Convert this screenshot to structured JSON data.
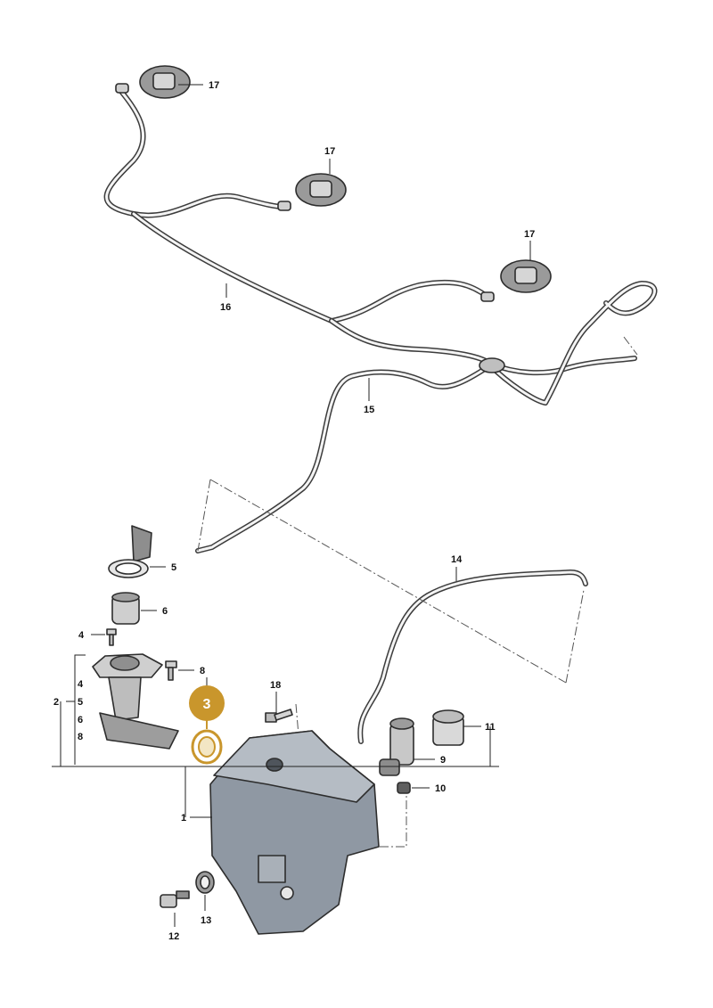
{
  "highlight": {
    "number": "3",
    "color": "#c9962c"
  },
  "callouts": [
    {
      "id": "17a",
      "text": "17"
    },
    {
      "id": "17b",
      "text": "17"
    },
    {
      "id": "17c",
      "text": "17"
    },
    {
      "id": "16",
      "text": "16"
    },
    {
      "id": "15",
      "text": "15"
    },
    {
      "id": "14",
      "text": "14"
    },
    {
      "id": "5",
      "text": "5"
    },
    {
      "id": "6",
      "text": "6"
    },
    {
      "id": "4",
      "text": "4"
    },
    {
      "id": "8",
      "text": "8"
    },
    {
      "id": "18",
      "text": "18"
    },
    {
      "id": "11",
      "text": "11"
    },
    {
      "id": "9",
      "text": "9"
    },
    {
      "id": "10",
      "text": "10"
    },
    {
      "id": "1",
      "text": "1"
    },
    {
      "id": "13",
      "text": "13"
    },
    {
      "id": "12",
      "text": "12"
    }
  ],
  "group": {
    "number": "2",
    "members": [
      "4",
      "5",
      "6",
      "8"
    ]
  }
}
